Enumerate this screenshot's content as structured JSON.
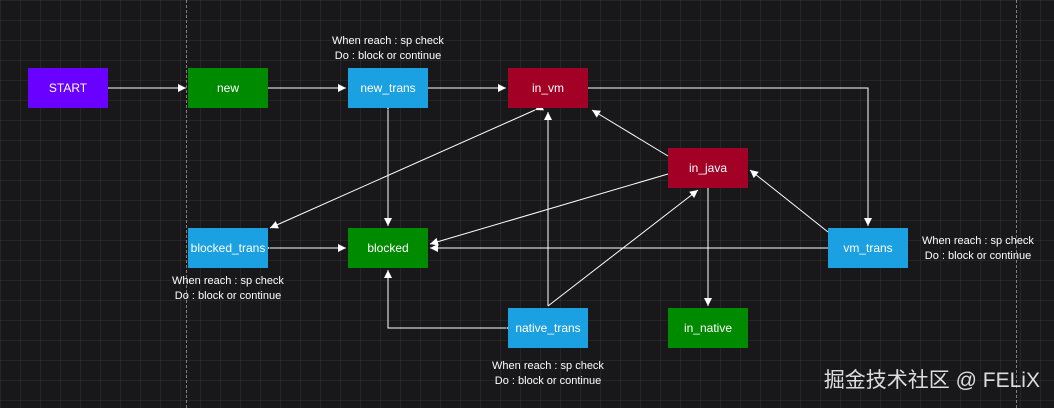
{
  "nodes": {
    "start": "START",
    "new": "new",
    "new_trans": "new_trans",
    "in_vm": "in_vm",
    "in_java": "in_java",
    "blocked_trans": "blocked_trans",
    "blocked": "blocked",
    "vm_trans": "vm_trans",
    "native_trans": "native_trans",
    "in_native": "in_native"
  },
  "notes": {
    "new_trans": {
      "line1": "When reach : sp check",
      "line2": "Do : block or continue"
    },
    "blocked_trans": {
      "line1": "When reach : sp check",
      "line2": "Do : block or continue"
    },
    "vm_trans": {
      "line1": "When reach : sp check",
      "line2": "Do : block or continue"
    },
    "native_trans": {
      "line1": "When reach : sp check",
      "line2": "Do : block or continue"
    }
  },
  "watermark": "掘金技术社区 @ FELiX",
  "colors": {
    "start": "#6a00ff",
    "green": "#008a00",
    "blue": "#1ba1e2",
    "red": "#a20025",
    "edge": "#ffffff",
    "background": "#18181b"
  }
}
